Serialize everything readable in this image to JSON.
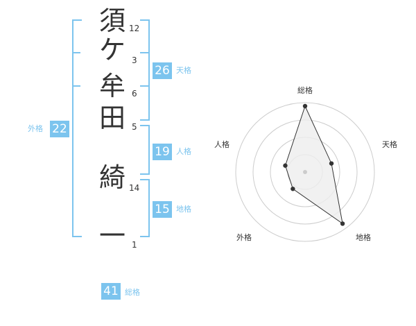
{
  "name": {
    "chars": [
      {
        "char": "須",
        "strokes": "12"
      },
      {
        "char": "ケ",
        "strokes": "3"
      },
      {
        "char": "牟",
        "strokes": "6"
      },
      {
        "char": "田",
        "strokes": "5"
      },
      {
        "char": "綺",
        "strokes": "14"
      },
      {
        "char": "一",
        "strokes": "1"
      }
    ]
  },
  "fortunes": {
    "tenkaku": {
      "value": "26",
      "label": "天格"
    },
    "jinkaku": {
      "value": "19",
      "label": "人格"
    },
    "chikaku": {
      "value": "15",
      "label": "地格"
    },
    "gaikaku": {
      "value": "22",
      "label": "外格"
    },
    "soukaku": {
      "value": "41",
      "label": "総格"
    }
  },
  "radar": {
    "axes": [
      "総格",
      "天格",
      "地格",
      "外格",
      "人格"
    ],
    "values": [
      0.95,
      0.4,
      0.92,
      0.3,
      0.3
    ],
    "colors": {
      "accent": "#7cc4ee",
      "fill": "#eeeeee",
      "line": "#333333",
      "ring": "#cccccc"
    }
  }
}
